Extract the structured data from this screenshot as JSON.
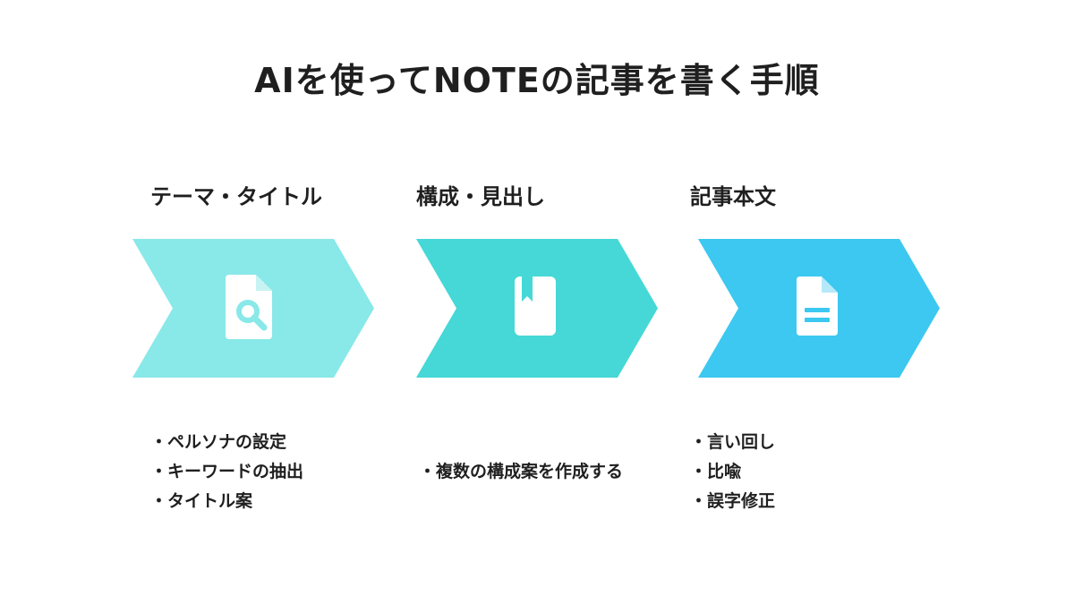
{
  "title": "AIを使ってNOTEの記事を書く手順",
  "steps": [
    {
      "heading": "テーマ・タイトル",
      "color": "#89E8E8",
      "icon": "document-search-icon",
      "bullets": [
        "・ペルソナの設定",
        "・キーワードの抽出",
        "・タイトル案"
      ]
    },
    {
      "heading": "構成・見出し",
      "color": "#45D8D6",
      "icon": "bookmark-book-icon",
      "bullets": [
        "・複数の構成案を作成する"
      ]
    },
    {
      "heading": "記事本文",
      "color": "#3CC8F0",
      "icon": "text-document-icon",
      "bullets": [
        "・言い回し",
        "・比喩",
        "・誤字修正"
      ]
    }
  ]
}
